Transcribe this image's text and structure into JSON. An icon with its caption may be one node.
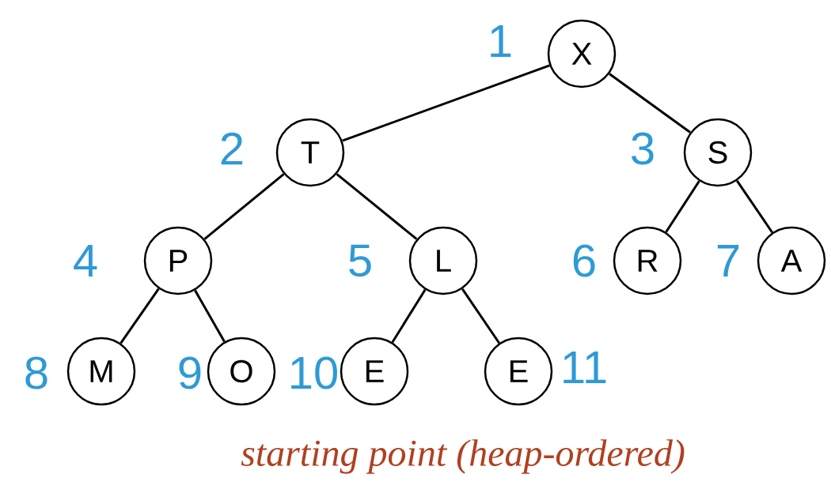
{
  "diagram": {
    "caption": "starting point (heap-ordered)",
    "nodes": [
      {
        "text": [
          "X"
        ],
        "beside": [
          "1"
        ]
      },
      {
        "text": [
          "T"
        ],
        "beside": [
          "2"
        ]
      },
      {
        "text": [
          "S"
        ],
        "beside": [
          "3"
        ]
      },
      {
        "text": [
          "P"
        ],
        "beside": [
          "4"
        ]
      },
      {
        "text": [
          "L"
        ],
        "beside": [
          "5"
        ]
      },
      {
        "text": [
          "R"
        ],
        "beside": [
          "6"
        ]
      },
      {
        "text": [
          "A"
        ],
        "beside": [
          "7"
        ]
      },
      {
        "text": [
          "M"
        ],
        "beside": [
          "8"
        ]
      },
      {
        "text": [
          "O"
        ],
        "beside": [
          "9"
        ]
      },
      {
        "text": [
          "E"
        ],
        "beside": [
          "10"
        ]
      },
      {
        "text": [
          "E"
        ],
        "beside": [
          "11"
        ]
      }
    ],
    "edges": [
      {
        "from": 0,
        "to": 1,
        "arrow": "none"
      },
      {
        "from": 0,
        "to": 2,
        "arrow": "none"
      },
      {
        "from": 1,
        "to": 3,
        "arrow": "none"
      },
      {
        "from": 1,
        "to": 4,
        "arrow": "none"
      },
      {
        "from": 2,
        "to": 5,
        "arrow": "none"
      },
      {
        "from": 2,
        "to": 6,
        "arrow": "none"
      },
      {
        "from": 3,
        "to": 7,
        "arrow": "none"
      },
      {
        "from": 3,
        "to": 8,
        "arrow": "none"
      },
      {
        "from": 4,
        "to": 9,
        "arrow": "none"
      },
      {
        "from": 4,
        "to": 10,
        "arrow": "none"
      }
    ]
  }
}
